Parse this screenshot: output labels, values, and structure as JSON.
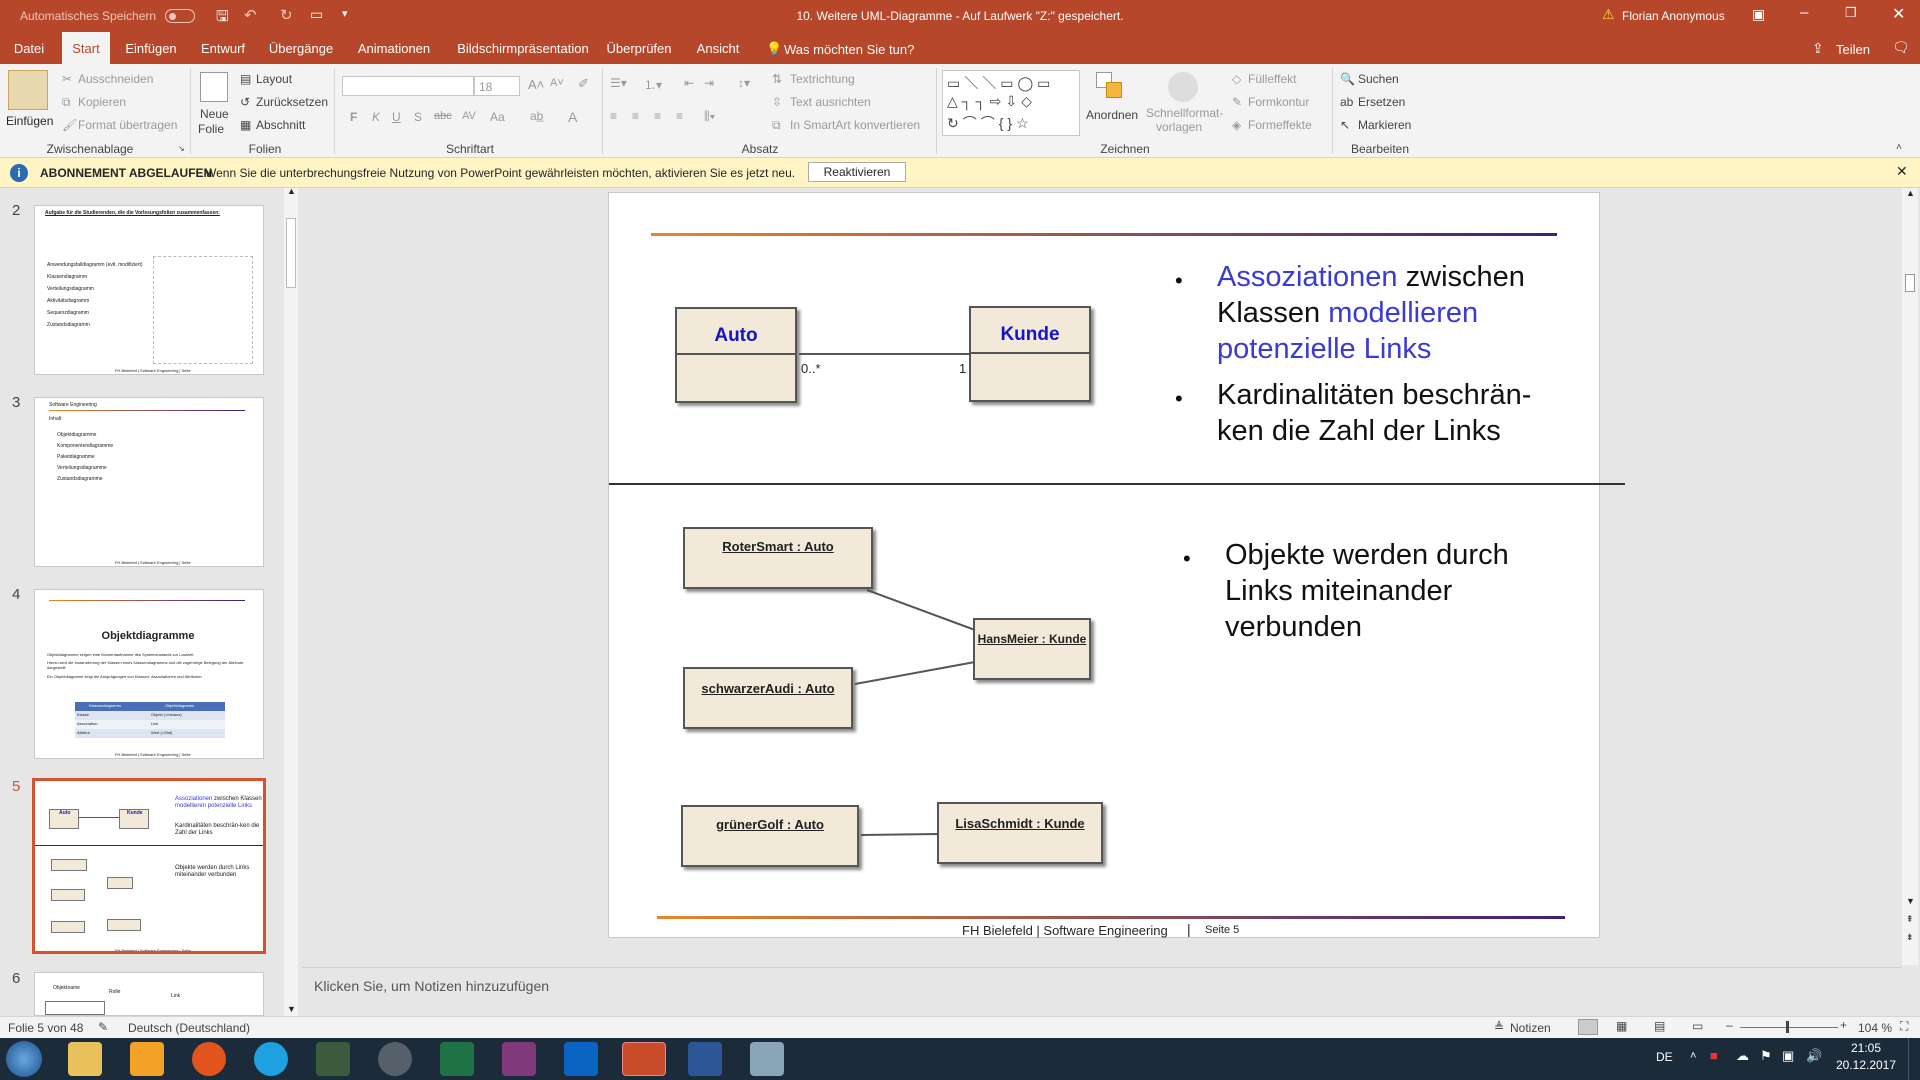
{
  "title_bar": {
    "autosave_label": "Automatisches Speichern",
    "autosave_state": "Aus",
    "document_title": "10. Weitere UML-Diagramme  -  Auf Laufwerk \"Z:\" gespeichert.",
    "user_name": "Florian Anonymous"
  },
  "tabs": [
    "Datei",
    "Start",
    "Einfügen",
    "Entwurf",
    "Übergänge",
    "Animationen",
    "Bildschirmpräsentation",
    "Überprüfen",
    "Ansicht"
  ],
  "active_tab": "Start",
  "tell_me": "Was möchten Sie tun?",
  "share_label": "Teilen",
  "ribbon": {
    "clipboard": {
      "paste": "Einfügen",
      "cut": "Ausschneiden",
      "copy": "Kopieren",
      "format_painter": "Format übertragen",
      "group": "Zwischenablage"
    },
    "slides": {
      "new_slide_1": "Neue",
      "new_slide_2": "Folie",
      "layout": "Layout",
      "reset": "Zurücksetzen",
      "section": "Abschnitt",
      "group": "Folien"
    },
    "font": {
      "font_name": "",
      "font_size": "18",
      "group": "Schriftart",
      "bold": "F",
      "italic": "K",
      "underline": "U",
      "shadow": "S",
      "strike": "abc",
      "spacing": "AV",
      "case": "Aa"
    },
    "paragraph": {
      "text_direction": "Textrichtung",
      "align_text": "Text ausrichten",
      "smartart": "In SmartArt konvertieren",
      "group": "Absatz"
    },
    "drawing": {
      "arrange": "Anordnen",
      "quick_styles_1": "Schnellformat-",
      "quick_styles_2": "vorlagen",
      "fill": "Fülleffekt",
      "outline": "Formkontur",
      "effects": "Formeffekte",
      "group": "Zeichnen"
    },
    "editing": {
      "find": "Suchen",
      "replace": "Ersetzen",
      "select": "Markieren",
      "group": "Bearbeiten"
    }
  },
  "message_bar": {
    "title": "ABONNEMENT ABGELAUFEN",
    "text": "Wenn Sie die unterbrechungsfreie Nutzung von PowerPoint gewährleisten möchten, aktivieren Sie es jetzt neu.",
    "button": "Reaktivieren"
  },
  "thumbnails": [
    {
      "num": "2",
      "heading": "Aufgabe für die Studierenden, die die Vorlesungsfolien zusammenfassen:",
      "items": [
        "Anwendungsfalldiagramm (evtl. modifiziert)",
        "Klassendiagramm",
        "Verteilungsdiagramm",
        "Aktivitätsdiagramm",
        "Sequenzdiagramm",
        "Zustandsdiagramm"
      ]
    },
    {
      "num": "3",
      "header": "Software Engineering",
      "heading": "Inhalt",
      "items": [
        "Objektdiagramme",
        "Komponentendiagramme",
        "Paketdiagramme",
        "Verteilungsdiagramme",
        "Zustandsdiagramme"
      ]
    },
    {
      "num": "4",
      "heading": "Objektdiagramme",
      "items": [
        "Objektdiagramme zeigen eine Momentaufnahme des Systemzustands zur Laufzeit",
        "Hierzu wird die Instanziierung der Klassen eines Klassendiagramms und die zugehörige Belegung der Attribute dargestellt",
        "Ein Objektdiagramm zeigt die Ausprägungen von Klassen, Assoziationen und Attributen"
      ],
      "table_head": [
        "Klassendiagramm",
        "Objektdiagramm"
      ],
      "table_rows": [
        [
          "Klasse",
          "Objekt (=Instanz)"
        ],
        [
          "Assoziation",
          "Link"
        ],
        [
          "Attribut",
          "Wert (=Slot)"
        ]
      ]
    },
    {
      "num": "5"
    },
    {
      "num": "6",
      "labels": [
        "Objektname",
        "Rolle",
        "Link"
      ]
    }
  ],
  "thumb_footer": "FH Bielefeld | Software Engineering | Seite",
  "slide": {
    "class_a": "Auto",
    "class_b": "Kunde",
    "mult_a": "0..*",
    "mult_b": "1",
    "bullet1_parts": [
      "Assoziationen",
      " zwischen Klassen ",
      "modellieren potenzielle Links"
    ],
    "bullet2": "Kardinalitäten beschrän-ken die Zahl der Links",
    "objects": [
      "RoterSmart : Auto",
      "HansMeier : Kunde",
      "schwarzerAudi : Auto",
      "grünerGolf : Auto",
      "LisaSchmidt : Kunde"
    ],
    "bullet3": "Objekte werden durch Links miteinander verbunden",
    "footer": "FH Bielefeld | Software Engineering",
    "page": "Seite 5"
  },
  "notes_placeholder": "Klicken Sie, um Notizen hinzuzufügen",
  "status": {
    "slide_info": "Folie 5 von 48",
    "language": "Deutsch (Deutschland)",
    "notes": "Notizen",
    "zoom": "104 %"
  },
  "taskbar": {
    "lang": "DE",
    "time": "21:05",
    "date": "20.12.2017"
  },
  "colors": {
    "accent": "#b7472a",
    "selection": "#d35230",
    "uml_fill": "#f2e9d8",
    "uml_blue": "#1515c8",
    "text_blue": "#3a3ad4"
  }
}
